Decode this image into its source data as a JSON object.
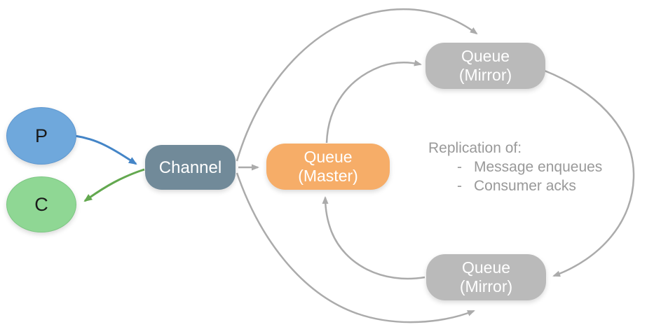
{
  "diagram": {
    "producer": {
      "label": "P"
    },
    "consumer": {
      "label": "C"
    },
    "channel": {
      "label": "Channel"
    },
    "master": {
      "line1": "Queue",
      "line2": "(Master)"
    },
    "mirror_top": {
      "line1": "Queue",
      "line2": "(Mirror)"
    },
    "mirror_bottom": {
      "line1": "Queue",
      "line2": "(Mirror)"
    },
    "annotation": {
      "title": "Replication of:",
      "bullets": [
        {
          "dash": "-",
          "text": "Message enqueues"
        },
        {
          "dash": "-",
          "text": "Consumer acks"
        }
      ]
    },
    "colors": {
      "producer_fill": "#6fa8dc",
      "consumer_fill": "#8fd794",
      "channel_fill": "#718a99",
      "master_fill": "#f6ad68",
      "mirror_fill": "#bababa",
      "arrow_gray": "#ababab",
      "arrow_blue": "#4485c7",
      "arrow_green": "#63a84f",
      "annotation_text": "#999999"
    }
  }
}
